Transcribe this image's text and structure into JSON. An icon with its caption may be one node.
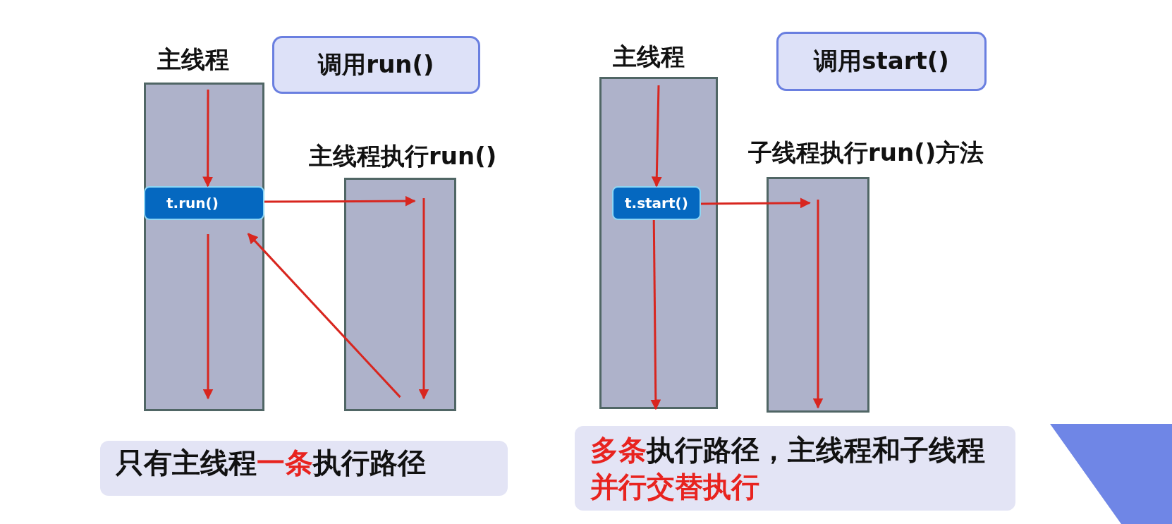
{
  "diagram": {
    "nodes": [
      {
        "text": [
          "主线程"
        ]
      },
      {
        "text": [
          "调用run()"
        ]
      },
      {
        "text": [
          "t.run()"
        ],
        "in": 0
      },
      {
        "text": [
          "主线程执行run()"
        ]
      },
      {
        "text": [
          "只有主线程**一条**执行路径"
        ]
      },
      {
        "text": [
          "主线程"
        ]
      },
      {
        "text": [
          "调用start()"
        ]
      },
      {
        "text": [
          "t.start()"
        ],
        "in": 5
      },
      {
        "text": [
          "子线程执行run()方法"
        ]
      },
      {
        "text": [
          "**多条**执行路径，主线程和子线程**并行交替执行**"
        ]
      }
    ],
    "edges": [
      {
        "from": null,
        "to": 2,
        "arrow": "to"
      },
      {
        "from": 2,
        "to": 3,
        "arrow": "to"
      },
      {
        "from": 3,
        "to": 0,
        "arrow": "to"
      },
      {
        "from": null,
        "to": 7,
        "arrow": "to"
      },
      {
        "from": 7,
        "to": 5,
        "arrow": "to"
      },
      {
        "from": 7,
        "to": 8,
        "arrow": "to"
      }
    ]
  }
}
